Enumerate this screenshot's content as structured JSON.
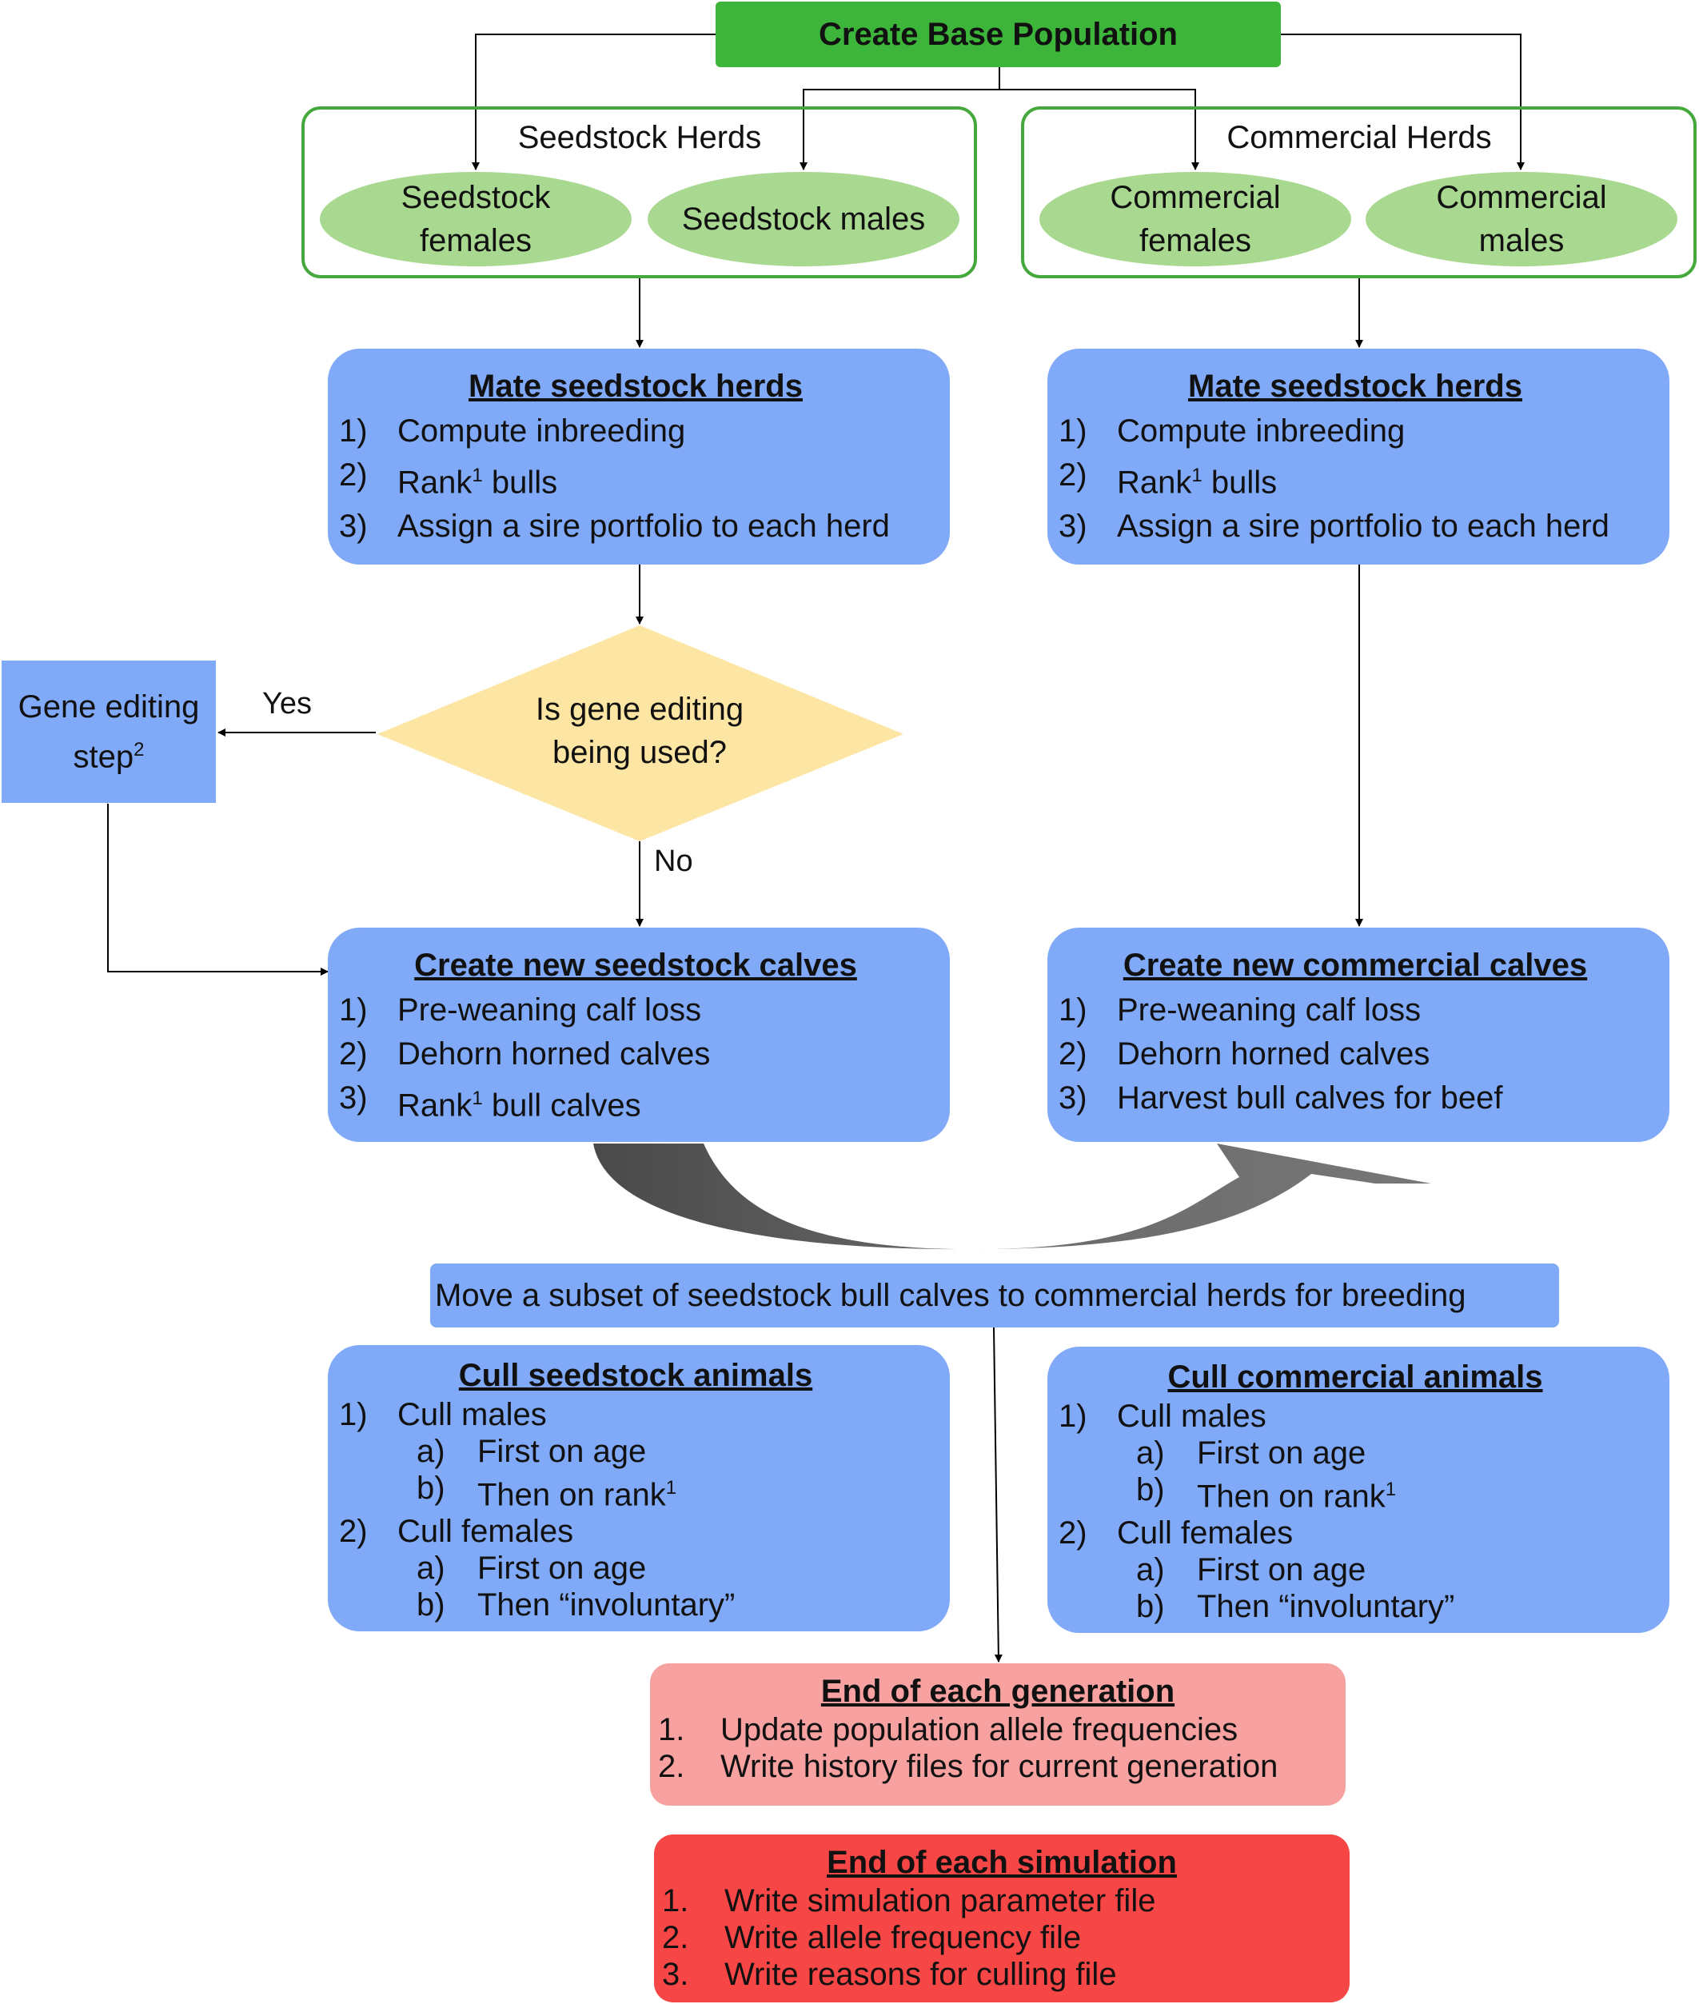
{
  "base_population": "Create Base Population",
  "seedstock_group": {
    "title": "Seedstock Herds",
    "females": [
      "Seedstock",
      "females"
    ],
    "males": "Seedstock males"
  },
  "commercial_group": {
    "title": "Commercial Herds",
    "females": [
      "Commercial",
      "females"
    ],
    "males": [
      "Commercial",
      "males"
    ]
  },
  "mate_seedstock": {
    "title": "Mate seedstock herds",
    "items": [
      {
        "num": "1)",
        "text": "Compute inbreeding"
      },
      {
        "num": "2)",
        "text": "Rank",
        "sup": "1",
        "rest": " bulls"
      },
      {
        "num": "3)",
        "text": "Assign a sire portfolio to each herd"
      }
    ]
  },
  "mate_commercial": {
    "title": "Mate seedstock herds",
    "items": [
      {
        "num": "1)",
        "text": "Compute inbreeding"
      },
      {
        "num": "2)",
        "text": "Rank",
        "sup": "1",
        "rest": " bulls"
      },
      {
        "num": "3)",
        "text": "Assign a sire portfolio to each herd"
      }
    ]
  },
  "decision": {
    "question": [
      "Is gene editing",
      "being used?"
    ],
    "yes": "Yes",
    "no": "No"
  },
  "gene_editing": {
    "line1": "Gene editing",
    "line2": "step",
    "sup": "2"
  },
  "seedstock_calves": {
    "title": "Create new seedstock calves",
    "items": [
      {
        "num": "1)",
        "text": "Pre-weaning calf loss"
      },
      {
        "num": "2)",
        "text": "Dehorn horned calves"
      },
      {
        "num": "3)",
        "text": "Rank",
        "sup": "1",
        "rest": " bull calves"
      }
    ]
  },
  "commercial_calves": {
    "title": "Create new commercial calves",
    "items": [
      {
        "num": "1)",
        "text": "Pre-weaning calf loss"
      },
      {
        "num": "2)",
        "text": "Dehorn horned calves"
      },
      {
        "num": "3)",
        "text": "Harvest bull calves for beef"
      }
    ]
  },
  "move_bulls": "Move a subset of seedstock bull calves to commercial herds for breeding",
  "cull_seedstock": {
    "title": "Cull seedstock animals",
    "m_num": "1)",
    "males": "Cull males",
    "m_a_num": "a)",
    "m_a": "First on age",
    "m_b_num": "b)",
    "m_b": "Then on rank",
    "m_b_sup": "1",
    "f_num": "2)",
    "females": "Cull females",
    "f_a_num": "a)",
    "f_a": "First on age",
    "f_b_num": "b)",
    "f_b": "Then “involuntary”"
  },
  "cull_commercial": {
    "title": "Cull commercial animals",
    "m_num": "1)",
    "males": "Cull males",
    "m_a_num": "a)",
    "m_a": "First on age",
    "m_b_num": "b)",
    "m_b": "Then on rank",
    "m_b_sup": "1",
    "f_num": "2)",
    "females": "Cull females",
    "f_a_num": "a)",
    "f_a": "First on age",
    "f_b_num": "b)",
    "f_b": "Then “involuntary”"
  },
  "end_generation": {
    "title": "End of each generation",
    "items": [
      {
        "num": "1.",
        "text": "Update population allele frequencies"
      },
      {
        "num": "2.",
        "text": "Write history files for current generation"
      }
    ]
  },
  "end_simulation": {
    "title": "End of each simulation",
    "items": [
      {
        "num": "1.",
        "text": "Write simulation parameter file"
      },
      {
        "num": "2.",
        "text": "Write allele frequency file"
      },
      {
        "num": "3.",
        "text": "Write reasons for culling file"
      }
    ]
  },
  "colors": {
    "base_green": "#3db43a",
    "herd_border": "#44a83c",
    "ellipse_green": "#a9d991",
    "process_blue": "#80a9f7",
    "decision_yellow": "#fde5a4",
    "end_generation_pink": "#f7a1a0",
    "end_simulation_red": "#f74646",
    "flow_arrow_gray": "#5d5d5d"
  }
}
